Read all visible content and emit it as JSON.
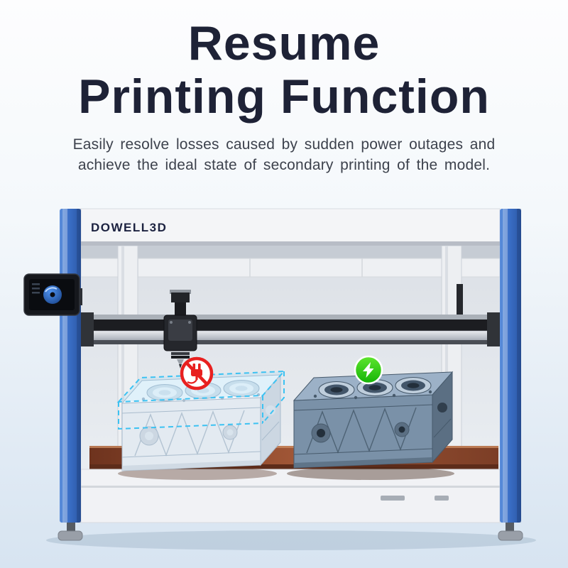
{
  "hero": {
    "title_line1": "Resume",
    "title_line2": "Printing Function",
    "subtitle_line1": "Easily resolve losses caused by sudden power outages and",
    "subtitle_line2": "achieve the ideal state of secondary printing of the model."
  },
  "printer": {
    "brand": "DOWELL3D",
    "icons": {
      "power_outage": "no-power-icon",
      "power_resume": "power-icon"
    }
  },
  "colors": {
    "title_text": "#1e2236",
    "body_text": "#3d424d",
    "frame_blue": "#3a6ec6",
    "bed_brown": "#a05636",
    "alert_red": "#e8201f",
    "power_green": "#27cc0d",
    "dashed_outline_cyan": "#3cc2f2",
    "background_bottom": "#d8e5f1"
  }
}
